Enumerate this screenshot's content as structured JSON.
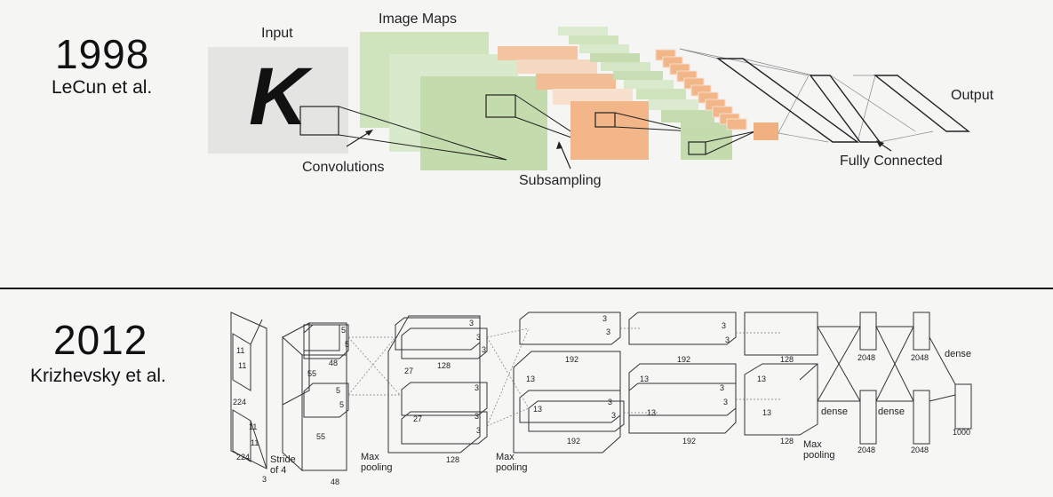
{
  "lecun": {
    "year": "1998",
    "author": "LeCun et al.",
    "glyph": "K",
    "labels": {
      "input": "Input",
      "image_maps": "Image Maps",
      "convolutions": "Convolutions",
      "subsampling": "Subsampling",
      "fully_connected": "Fully Connected",
      "output": "Output"
    },
    "colors": {
      "green": "#c6dcb0",
      "orange": "#f2b688",
      "gray": "#e4e4e3"
    }
  },
  "krizhevsky": {
    "year": "2012",
    "author": "Krizhevsky et al.",
    "labels": {
      "n224a": "224",
      "n224b": "224",
      "n11a": "11",
      "n11b": "11",
      "n11c": "11",
      "n11d": "11",
      "stride": "Stride",
      "of4": "of 4",
      "n3": "3",
      "n55a": "55",
      "n55b": "55",
      "n5a": "5",
      "n5b": "5",
      "n5c": "5",
      "n5d": "5",
      "n48a": "48",
      "n48b": "48",
      "maxpool1a": "Max",
      "maxpool1b": "pooling",
      "n27a": "27",
      "n27b": "27",
      "n128a": "128",
      "n128b": "128",
      "n3a": "3",
      "n3b": "3",
      "n3c": "3",
      "n3d": "3",
      "n3e": "3",
      "n3f": "3",
      "maxpool2a": "Max",
      "maxpool2b": "pooling",
      "n13a": "13",
      "n13b": "13",
      "n13c": "13",
      "n13d": "13",
      "n192a": "192",
      "n192b": "192",
      "n192c": "192",
      "n192d": "192",
      "n3g": "3",
      "n3h": "3",
      "n3i": "3",
      "n3j": "3",
      "n3k": "3",
      "n3l": "3",
      "n3m": "3",
      "n3n": "3",
      "n13e": "13",
      "n13f": "13",
      "n128c": "128",
      "n128d": "128",
      "maxpool3a": "Max",
      "maxpool3b": "pooling",
      "dense1": "dense",
      "dense2": "dense",
      "dense3": "dense",
      "n2048a": "2048",
      "n2048b": "2048",
      "n2048c": "2048",
      "n2048d": "2048",
      "n1000": "1000"
    }
  }
}
